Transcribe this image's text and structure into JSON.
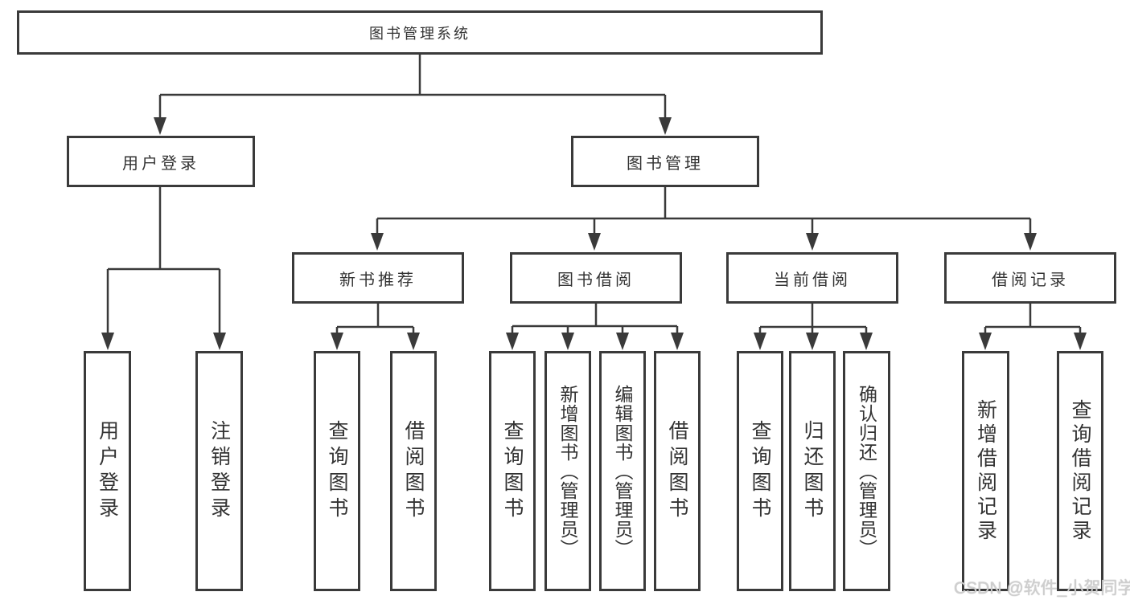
{
  "tree": {
    "root": "图书管理系统",
    "branches": [
      {
        "label": "用户登录",
        "children": [
          "用户登录",
          "注销登录"
        ]
      },
      {
        "label": "图书管理",
        "children": [
          {
            "label": "新书推荐",
            "children": [
              "查询图书",
              "借阅图书"
            ]
          },
          {
            "label": "图书借阅",
            "children": [
              "查询图书",
              "新增图书（管理员）",
              "编辑图书（管理员）",
              "借阅图书"
            ]
          },
          {
            "label": "当前借阅",
            "children": [
              "查询图书",
              "归还图书",
              "确认归还（管理员）"
            ]
          },
          {
            "label": "借阅记录",
            "children": [
              "新增借阅记录",
              "查询借阅记录"
            ]
          }
        ]
      }
    ]
  },
  "watermark": "CSDN @软件_小贺同学",
  "colors": {
    "line": "#3a3a3a",
    "box_border": "#3a3a3a",
    "box_fill": "#ffffff",
    "text": "#333333",
    "watermark": "#cfcfcf",
    "background": "#ffffff"
  }
}
